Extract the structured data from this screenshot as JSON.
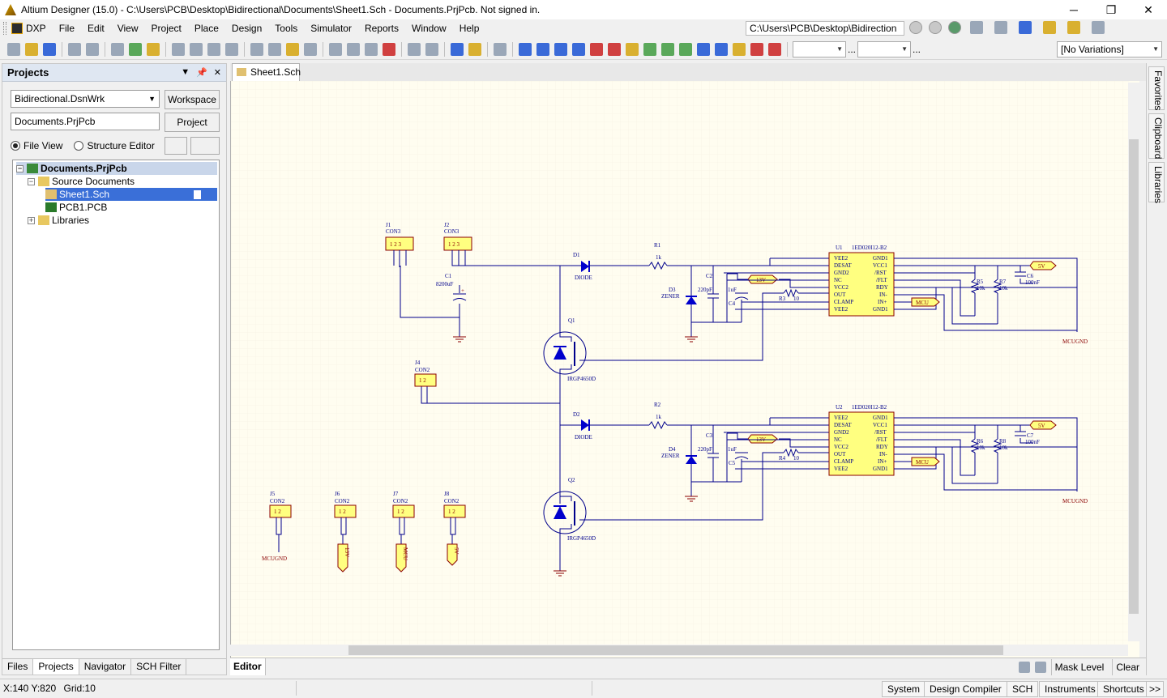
{
  "window": {
    "title": "Altium Designer (15.0) - C:\\Users\\PCB\\Desktop\\Bidirectional\\Documents\\Sheet1.Sch - Documents.PrjPcb. Not signed in.",
    "minimize": "─",
    "maximize": "❐",
    "close": "✕"
  },
  "menu": {
    "items": [
      "DXP",
      "File",
      "Edit",
      "View",
      "Project",
      "Place",
      "Design",
      "Tools",
      "Simulator",
      "Reports",
      "Window",
      "Help"
    ],
    "path": "C:\\Users\\PCB\\Desktop\\Bidirection"
  },
  "toolbar": {
    "variations": "[No Variations]",
    "more": "..."
  },
  "projects_panel": {
    "title": "Projects",
    "workspace_select": "Bidirectional.DsnWrk",
    "workspace_button": "Workspace",
    "project_field": "Documents.PrjPcb",
    "project_button": "Project",
    "file_view": "File View",
    "structure_editor": "Structure Editor",
    "tree": {
      "project": "Documents.PrjPcb",
      "source_documents": "Source Documents",
      "sheet": "Sheet1.Sch",
      "pcb": "PCB1.PCB",
      "libraries": "Libraries"
    },
    "tabs": [
      "Files",
      "Projects",
      "Navigator",
      "SCH Filter"
    ]
  },
  "document": {
    "tab": "Sheet1.Sch"
  },
  "schematic": {
    "connectors": {
      "J1": {
        "ref": "J1",
        "type": "CON3"
      },
      "J2": {
        "ref": "J2",
        "type": "CON3"
      },
      "J4": {
        "ref": "J4",
        "type": "CON2"
      },
      "J5": {
        "ref": "J5",
        "type": "CON2"
      },
      "J6": {
        "ref": "J6",
        "type": "CON2"
      },
      "J7": {
        "ref": "J7",
        "type": "CON2"
      },
      "J8": {
        "ref": "J8",
        "type": "CON2"
      }
    },
    "c1": {
      "ref": "C1",
      "value": "8200uF"
    },
    "d1": {
      "ref": "D1",
      "value": "DIODE"
    },
    "d2": {
      "ref": "D2",
      "value": "DIODE"
    },
    "r1": {
      "ref": "R1",
      "value": "1k"
    },
    "r2": {
      "ref": "R2",
      "value": "1k"
    },
    "d3": {
      "ref": "D3",
      "value": "ZENER"
    },
    "d4": {
      "ref": "D4",
      "value": "ZENER"
    },
    "c2": {
      "ref": "C2",
      "value": "220pF"
    },
    "c3": {
      "ref": "C3",
      "value": "220pF"
    },
    "c4": {
      "ref": "C4",
      "value": "1uF"
    },
    "c5": {
      "ref": "C5",
      "value": "1uF"
    },
    "r3": {
      "ref": "R3",
      "value": "10"
    },
    "r4": {
      "ref": "R4",
      "value": "10"
    },
    "q1": {
      "ref": "Q1",
      "value": "IRGP4650D"
    },
    "q2": {
      "ref": "Q2",
      "value": "IRGP4650D"
    },
    "u1": {
      "ref": "U1",
      "value": "1ED020I12-B2"
    },
    "u2": {
      "ref": "U2",
      "value": "1ED020I12-B2"
    },
    "ic_pins_left": [
      "VEE2",
      "DESAT",
      "GND2",
      "NC",
      "VCC2",
      "OUT",
      "CLAMP",
      "VEE2"
    ],
    "ic_pins_right": [
      "GND1",
      "VCC1",
      "/RST",
      "/FLT",
      "RDY",
      "IN-",
      "IN+",
      "GND1"
    ],
    "r5": {
      "ref": "R5",
      "value": "10k"
    },
    "r6": {
      "ref": "R6",
      "value": "10k"
    },
    "r7": {
      "ref": "R7",
      "value": "10k"
    },
    "r8": {
      "ref": "R8",
      "value": "10k"
    },
    "c6": {
      "ref": "C6",
      "value": "100nF"
    },
    "c7": {
      "ref": "C7",
      "value": "100nF"
    },
    "ports": {
      "v13": "13V",
      "v5": "5V",
      "mcu": "MCU"
    },
    "mcugnd": "MCUGND"
  },
  "side_tabs": [
    "Favorites",
    "Clipboard",
    "Libraries"
  ],
  "editor_bar": {
    "tab": "Editor",
    "mask_level": "Mask Level",
    "clear": "Clear"
  },
  "status": {
    "coords": "X:140 Y:820",
    "grid": "Grid:10",
    "buttons": [
      "System",
      "Design Compiler",
      "SCH",
      "Instruments",
      "Shortcuts",
      ">>"
    ]
  },
  "colors": {
    "sheet_bg": "#fffdf0",
    "wire": "#00008b",
    "component_body": "#ffff80",
    "component_outline": "#8b0000",
    "label": "#00008b",
    "power": "#8b0000",
    "selection": "#3a6fd8"
  }
}
